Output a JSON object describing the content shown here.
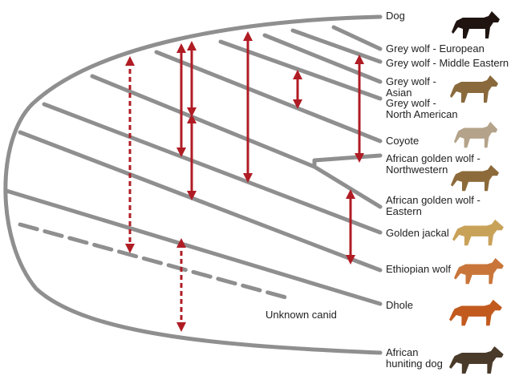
{
  "taxa": [
    {
      "id": "dog",
      "label": "Dog",
      "animal": "dog-silhouette-icon",
      "color": "#1f1410"
    },
    {
      "id": "grey-wolf-european",
      "label": "Grey wolf - European"
    },
    {
      "id": "grey-wolf-middle-eastern",
      "label": "Grey wolf - Middle Eastern"
    },
    {
      "id": "grey-wolf-asian",
      "label": "Grey wolf -\nAsian",
      "animal": "grey-wolf-silhouette-icon",
      "color": "#8a6a3c"
    },
    {
      "id": "grey-wolf-north-american",
      "label": "Grey wolf -\nNorth American"
    },
    {
      "id": "coyote",
      "label": "Coyote",
      "animal": "coyote-silhouette-icon",
      "color": "#b4a38a"
    },
    {
      "id": "african-golden-wolf-northwestern",
      "label": "African golden wolf -\nNorthwestern",
      "animal": "african-golden-wolf-silhouette-icon",
      "color": "#8c6a3a"
    },
    {
      "id": "african-golden-wolf-eastern",
      "label": "African golden wolf -\nEastern"
    },
    {
      "id": "golden-jackal",
      "label": "Golden jackal",
      "animal": "golden-jackal-silhouette-icon",
      "color": "#c9a25a"
    },
    {
      "id": "ethiopian-wolf",
      "label": "Ethiopian wolf",
      "animal": "ethiopian-wolf-silhouette-icon",
      "color": "#c9753a"
    },
    {
      "id": "dhole",
      "label": "Dhole",
      "animal": "dhole-silhouette-icon",
      "color": "#c25a1e"
    },
    {
      "id": "african-hunting-dog",
      "label": "African\nhuniting dog",
      "animal": "african-hunting-dog-silhouette-icon",
      "color": "#4a3a2a"
    }
  ],
  "unknown_lineage": {
    "label": "Unknown canid"
  },
  "colors": {
    "branch": "#8f8f8f",
    "gene_flow": "#b01c24",
    "text": "#222222"
  }
}
